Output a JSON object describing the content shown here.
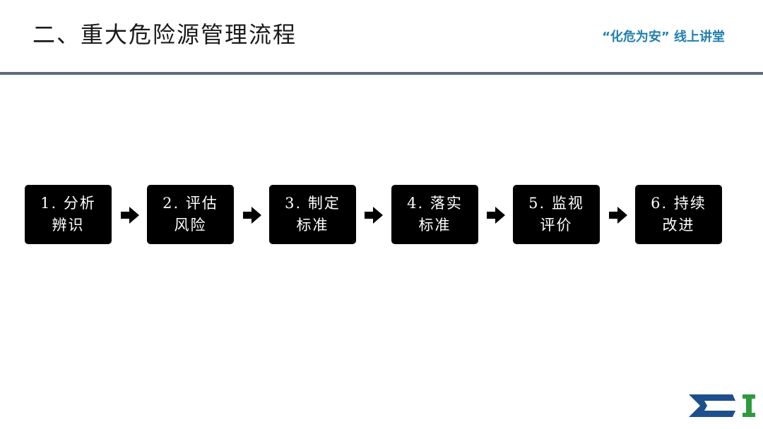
{
  "header": {
    "title": "二、重大危险源管理流程",
    "subtitle": "“化危为安” 线上讲堂"
  },
  "flow": {
    "steps": [
      {
        "line1": "1. 分析",
        "line2": "辨识"
      },
      {
        "line1": "2. 评估",
        "line2": "风险"
      },
      {
        "line1": "3. 制定",
        "line2": "标准"
      },
      {
        "line1": "4. 落实",
        "line2": "标准"
      },
      {
        "line1": "5. 监视",
        "line2": "评价"
      },
      {
        "line1": "6. 持续",
        "line2": "改进"
      }
    ]
  },
  "colors": {
    "accent_text": "#1f7fae",
    "rule": "#5b6b7a",
    "step_bg": "#000000",
    "logo_blue": "#1d4f8c",
    "logo_green": "#2e9a3e"
  },
  "logo": {
    "icon": "ei-logo-icon"
  }
}
